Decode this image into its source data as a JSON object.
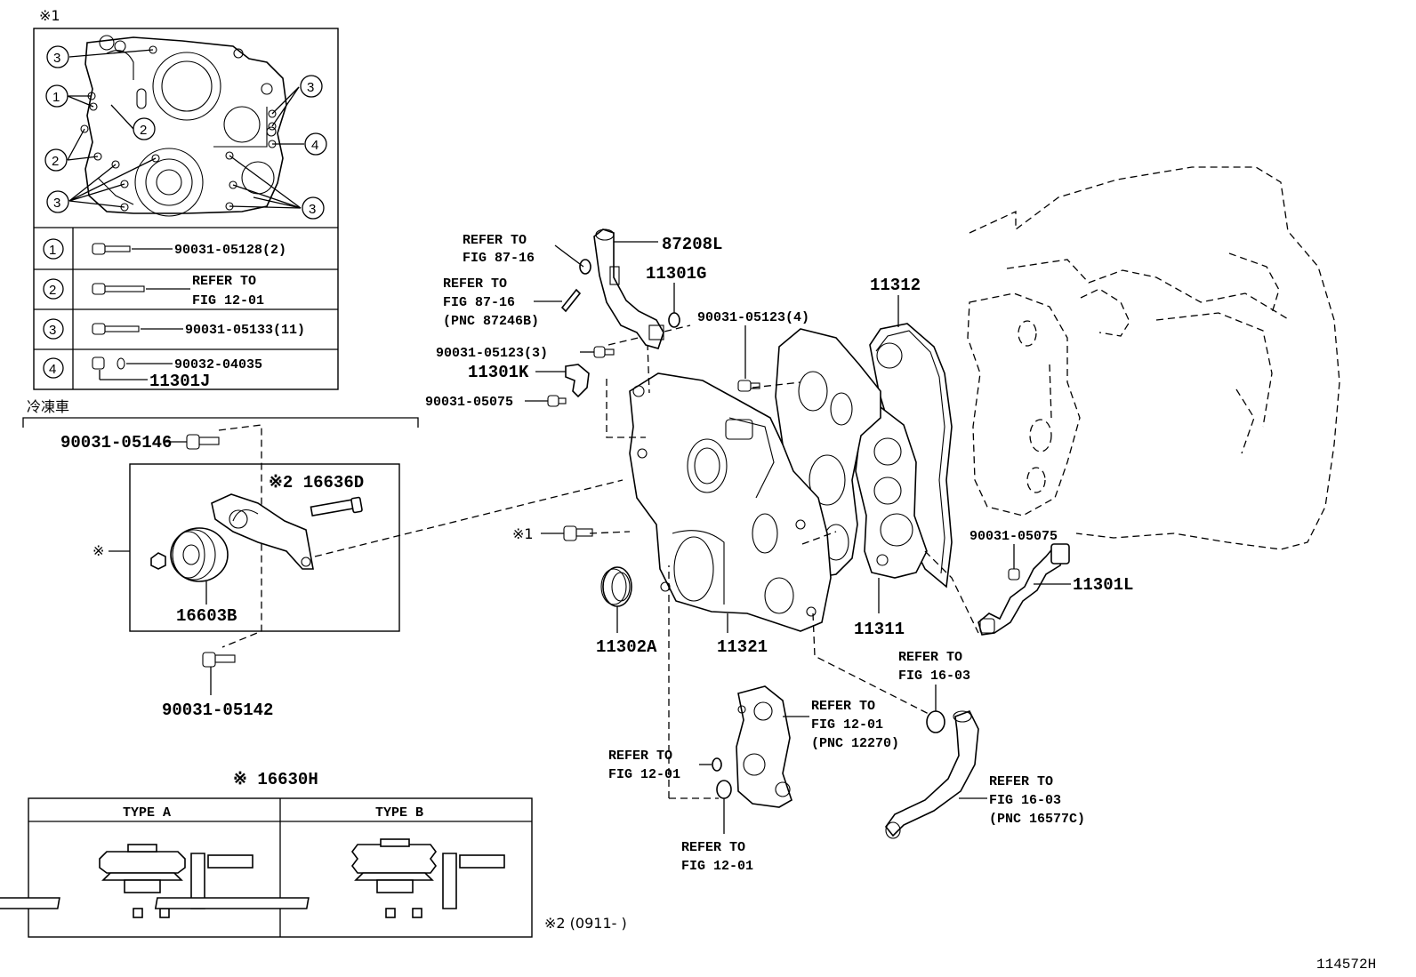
{
  "diagram_id": "114572H",
  "inset": {
    "mark": "※1",
    "callout_numbers": [
      "1",
      "2",
      "3",
      "4"
    ],
    "legend": [
      {
        "no": "1",
        "part": "90031-05128(2)"
      },
      {
        "no": "2",
        "ref_line1": "REFER TO",
        "ref_line2": "FIG 12-01"
      },
      {
        "no": "3",
        "part": "90031-05133(11)"
      },
      {
        "no": "4",
        "part": "90032-04035",
        "part2": "11301J"
      }
    ]
  },
  "section": {
    "title": "冷凍車",
    "mark": "※",
    "bolt_top": "90031-05146",
    "bolt_bottom": "90031-05142",
    "stud": "※2 16636D",
    "pulley": "16603B"
  },
  "main": {
    "hose_pipe": "87208L",
    "gasket_small": "11301G",
    "cover_gasket": "11312",
    "bolt_4": "90031-05123(4)",
    "bolt_3": "90031-05123(3)",
    "bracket_k": "11301K",
    "bolt_05075_left": "90031-05075",
    "bolt_05075_right": "90031-05075",
    "sensor_l": "11301L",
    "mark_bolt": "※1",
    "seal": "11302A",
    "timing_cover": "11321",
    "gasket_11311": "11311",
    "ref_87_16_a": {
      "l1": "REFER TO",
      "l2": "FIG 87-16"
    },
    "ref_87_16_b": {
      "l1": "REFER TO",
      "l2": "FIG 87-16",
      "l3": "(PNC 87246B)"
    },
    "ref_16_03_a": {
      "l1": "REFER TO",
      "l2": "FIG 16-03"
    },
    "ref_12_01_a": {
      "l1": "REFER TO",
      "l2": "FIG 12-01",
      "l3": "(PNC 12270)"
    },
    "ref_12_01_b": {
      "l1": "REFER TO",
      "l2": "FIG 12-01"
    },
    "ref_12_01_c": {
      "l1": "REFER TO",
      "l2": "FIG 12-01"
    },
    "ref_16_03_b": {
      "l1": "REFER TO",
      "l2": "FIG 16-03",
      "l3": "(PNC 16577C)"
    }
  },
  "types": {
    "title": "※ 16630H",
    "type_a": "TYPE A",
    "type_b": "TYPE B",
    "note": "※2 (0911-      )"
  }
}
